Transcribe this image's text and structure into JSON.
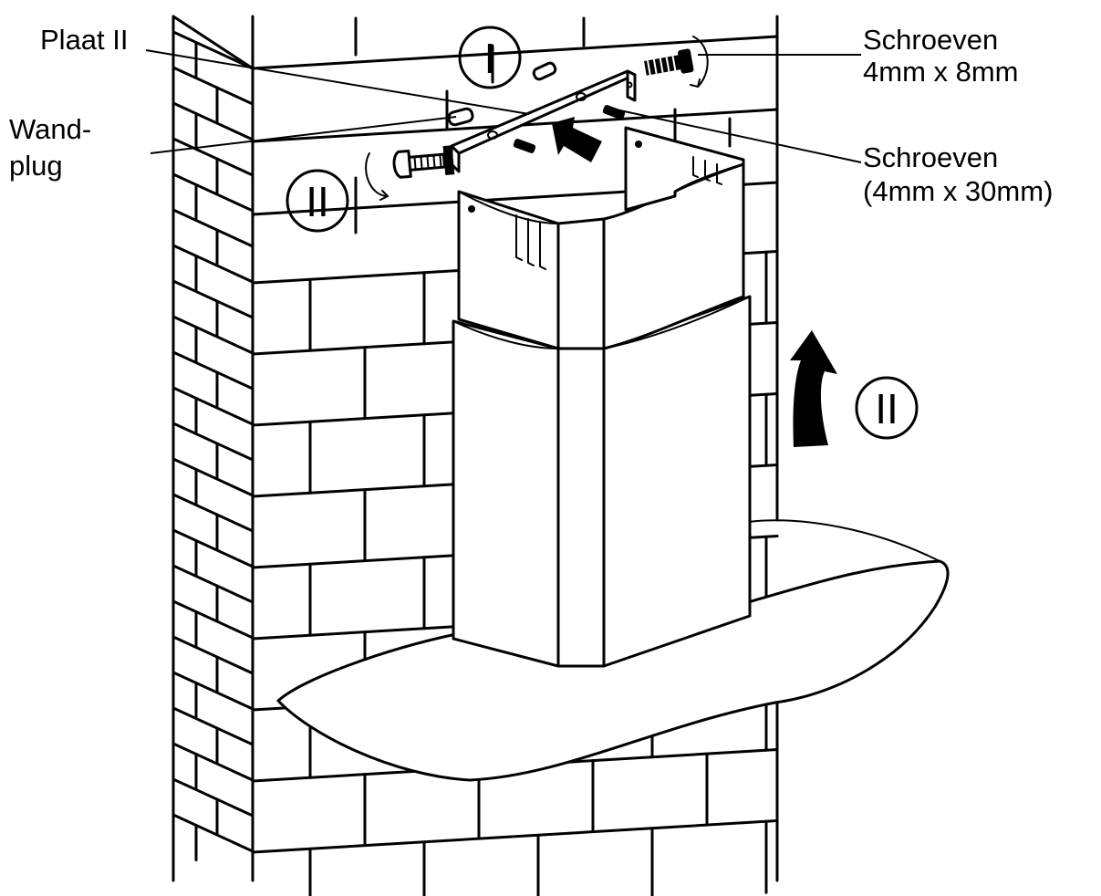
{
  "labels": {
    "plate": "Plaat  II",
    "wallplug_line1": "Wand-",
    "wallplug_line2": "plug",
    "screws_small_line1": "Schroeven",
    "screws_small_line2": "4mm   x   8mm",
    "screws_large_line1": "Schroeven",
    "screws_large_line2": "(4mm   x   30mm)"
  },
  "steps": {
    "step1": "I",
    "step2_left": "II",
    "step2_right": "II"
  },
  "colors": {
    "line": "#000000",
    "background": "#ffffff"
  }
}
